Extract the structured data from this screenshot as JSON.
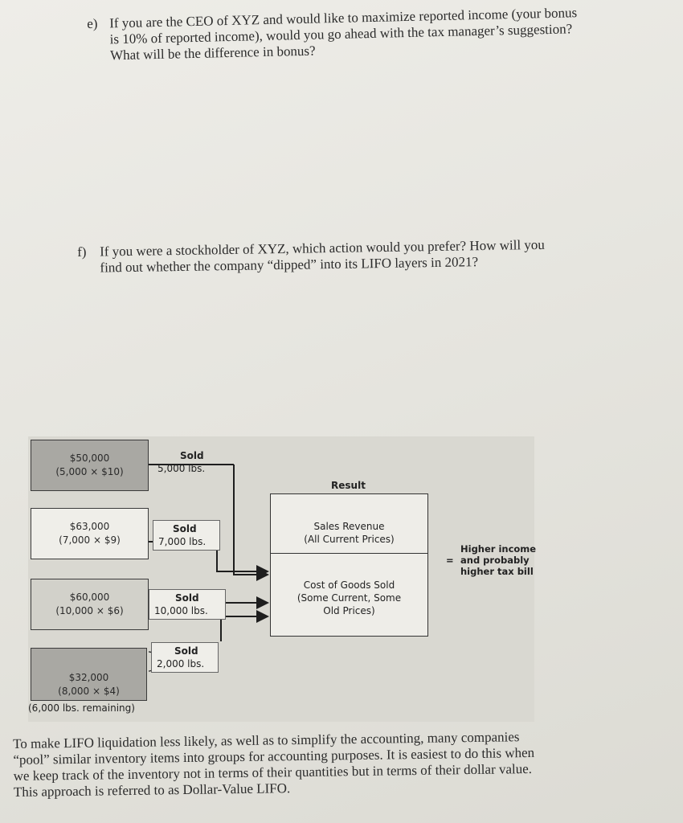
{
  "question_e": {
    "label": "e)",
    "text": "If you are the CEO of XYZ and would like to maximize reported income (your bonus\nis 10% of reported income), would you go ahead with the tax manager’s suggestion?\nWhat will be the difference in bonus?"
  },
  "question_f": {
    "label": "f)",
    "text": "If you were a stockholder of XYZ, which action would you prefer? How will you\nfind out whether the company “dipped” into its LIFO layers in 2021?"
  },
  "diagram": {
    "layers": [
      {
        "value": "$50,000",
        "calc": "(5,000 × $10)"
      },
      {
        "value": "$63,000",
        "calc": "(7,000 × $9)"
      },
      {
        "value": "$60,000",
        "calc": "(10,000 × $6)"
      },
      {
        "value": "$32,000",
        "calc": "(8,000 × $4)"
      }
    ],
    "sold": [
      {
        "label": "Sold",
        "qty": "5,000 lbs."
      },
      {
        "label": "Sold",
        "qty": "7,000 lbs."
      },
      {
        "label": "Sold",
        "qty": "10,000 lbs."
      },
      {
        "label": "Sold",
        "qty": "2,000 lbs."
      }
    ],
    "remaining": "(6,000 lbs. remaining)",
    "result_title": "Result",
    "sales_revenue": {
      "line1": "Sales Revenue",
      "line2": "(All Current Prices)"
    },
    "cogs": {
      "line1": "Cost of Goods Sold",
      "line2": "(Some Current, Some",
      "line3": "Old Prices)"
    },
    "equals_sign": "=",
    "higher_text": "Higher income\nand probably\nhigher tax bill"
  },
  "footer": {
    "text": "To make LIFO liquidation less likely, as well as to simplify the accounting, many companies\n“pool” similar inventory items into groups for accounting purposes. It is easiest to do this when\nwe keep track of the inventory not in terms of their quantities but in terms of their dollar value.\nThis approach is referred to as Dollar-Value LIFO."
  }
}
